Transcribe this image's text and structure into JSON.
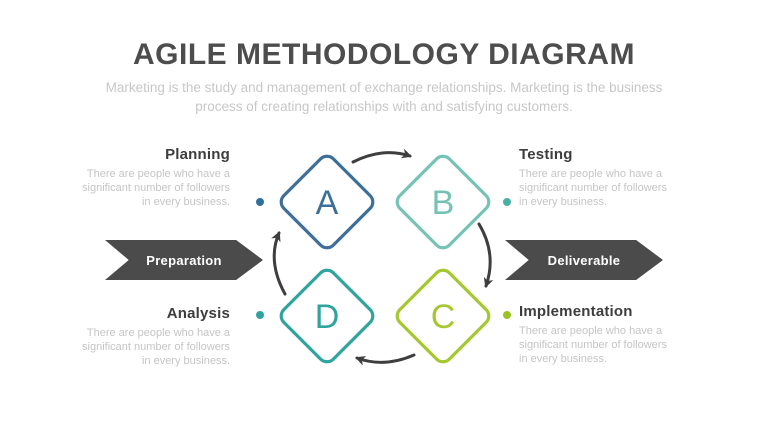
{
  "title": "AGILE METHODOLOGY DIAGRAM",
  "subtitle": "Marketing is the study and management of exchange relationships. Marketing is the business process of creating relationships with and satisfying customers.",
  "banners": {
    "left": {
      "label": "Preparation"
    },
    "right": {
      "label": "Deliverable"
    }
  },
  "nodes": [
    {
      "letter": "A",
      "color": "#3E6F99"
    },
    {
      "letter": "B",
      "color": "#76C3B5"
    },
    {
      "letter": "C",
      "color": "#A6C82F"
    },
    {
      "letter": "D",
      "color": "#2FA49E"
    }
  ],
  "sections": [
    {
      "title": "Planning",
      "description": "There are people who have a significant number of followers in every business.",
      "dot_color": "#30709F"
    },
    {
      "title": "Testing",
      "description": "There are people who have a significant number of followers in every business.",
      "dot_color": "#48B0A2"
    },
    {
      "title": "Analysis",
      "description": "There are people who have a significant number of followers in every business.",
      "dot_color": "#2FA49E"
    },
    {
      "title": "Implementation",
      "description": "There are people who have a significant number of followers in every business.",
      "dot_color": "#9CC324"
    }
  ],
  "colors": {
    "background": "#FFFFFF",
    "banner_background": "#4B4B4B",
    "banner_text": "#FFFFFF",
    "arrow": "#3E3E3E",
    "title_text": "#4D4D4D",
    "heading_text": "#3D3D3D",
    "muted_text": "#C5C5C5"
  }
}
